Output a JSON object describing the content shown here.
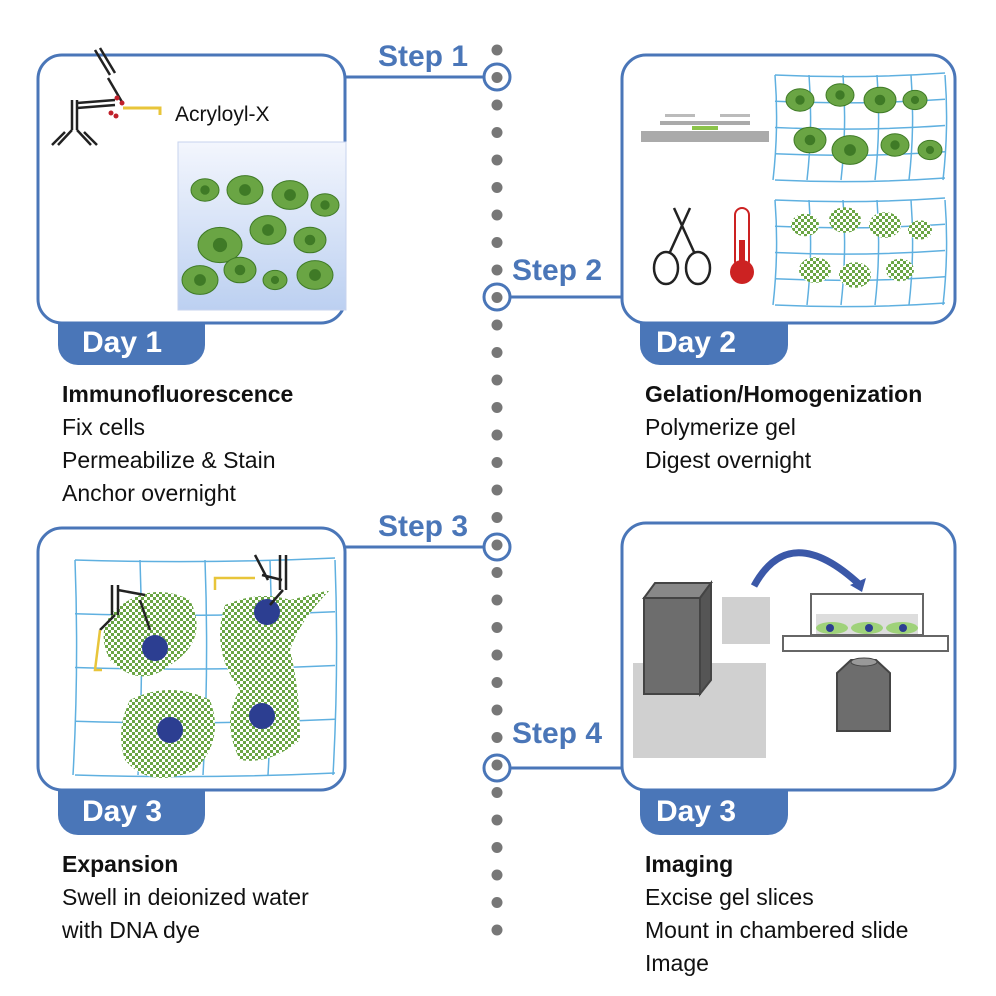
{
  "colors": {
    "accent": "#4a76b8",
    "cell": "#6aa544",
    "gel": "#5fb0e0",
    "dots": "#777777",
    "nucleus": "#2c3e91"
  },
  "steps": [
    "Step 1",
    "Step 2",
    "Step 3",
    "Step 4"
  ],
  "panels": [
    {
      "day": "Day 1",
      "title": "Immunofluorescence",
      "lines": [
        "Fix cells",
        "Permeabilize & Stain",
        "Anchor overnight"
      ],
      "label": "Acryloyl-X"
    },
    {
      "day": "Day 2",
      "title": "Gelation/Homogenization",
      "lines": [
        "Polymerize gel",
        "Digest overnight"
      ],
      "icons": [
        "scissors-icon",
        "thermometer-icon"
      ]
    },
    {
      "day": "Day 3",
      "title": "Expansion",
      "lines": [
        "Swell in deionized water",
        "with DNA dye"
      ]
    },
    {
      "day": "Day 3",
      "title": "Imaging",
      "lines": [
        "Excise gel slices",
        "Mount in chambered slide",
        "Image"
      ]
    }
  ]
}
